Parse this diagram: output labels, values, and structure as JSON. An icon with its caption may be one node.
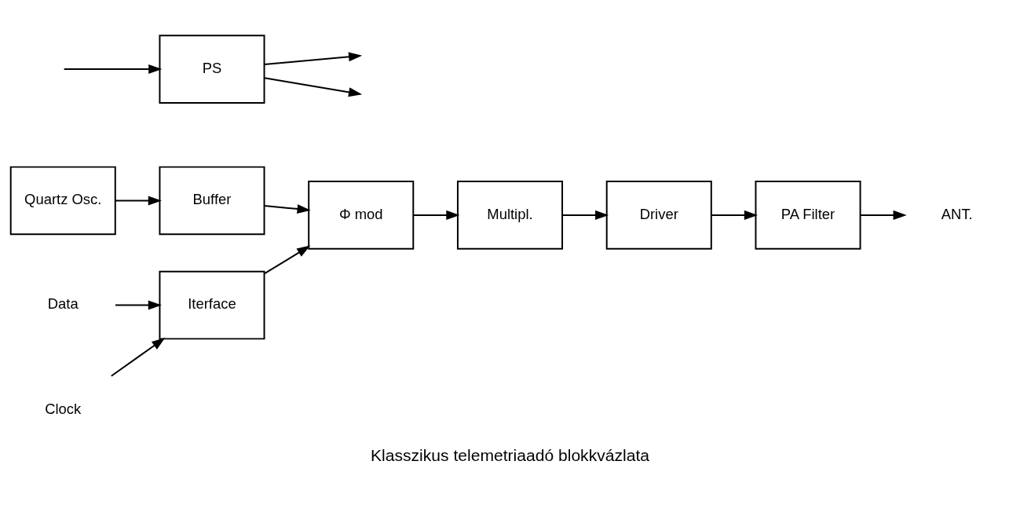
{
  "diagram": {
    "caption": "Klasszikus telemetriaadó blokkvázlata",
    "nodes": [
      {
        "text": [
          "Quartz Osc."
        ]
      },
      {
        "text": [
          "Buffer"
        ]
      },
      {
        "text": [
          "Φ mod"
        ]
      },
      {
        "text": [
          "Multipl."
        ]
      },
      {
        "text": [
          "Driver"
        ]
      },
      {
        "text": [
          "PA Filter"
        ]
      },
      {
        "text": [
          "ANT."
        ]
      },
      {
        "text": [
          "PS"
        ]
      },
      {
        "text": [
          "Iterface"
        ]
      },
      {
        "text": [
          "Data"
        ]
      },
      {
        "text": [
          "Clock"
        ]
      }
    ],
    "edges": [
      {
        "from": 0,
        "to": 1,
        "arrow": "to"
      },
      {
        "from": 1,
        "to": 2,
        "arrow": "to"
      },
      {
        "from": 2,
        "to": 3,
        "arrow": "to"
      },
      {
        "from": 3,
        "to": 4,
        "arrow": "to"
      },
      {
        "from": 4,
        "to": 5,
        "arrow": "to"
      },
      {
        "from": 5,
        "to": 6,
        "arrow": "to"
      },
      {
        "from": 8,
        "to": 2,
        "arrow": "to"
      },
      {
        "from": 9,
        "to": 8,
        "arrow": "to"
      },
      {
        "from": 10,
        "to": 8,
        "arrow": "to"
      },
      {
        "from": 7,
        "to": null,
        "arrow": "to"
      },
      {
        "from": 7,
        "to": null,
        "arrow": "to"
      },
      {
        "from": null,
        "to": 7,
        "arrow": "to"
      }
    ]
  }
}
